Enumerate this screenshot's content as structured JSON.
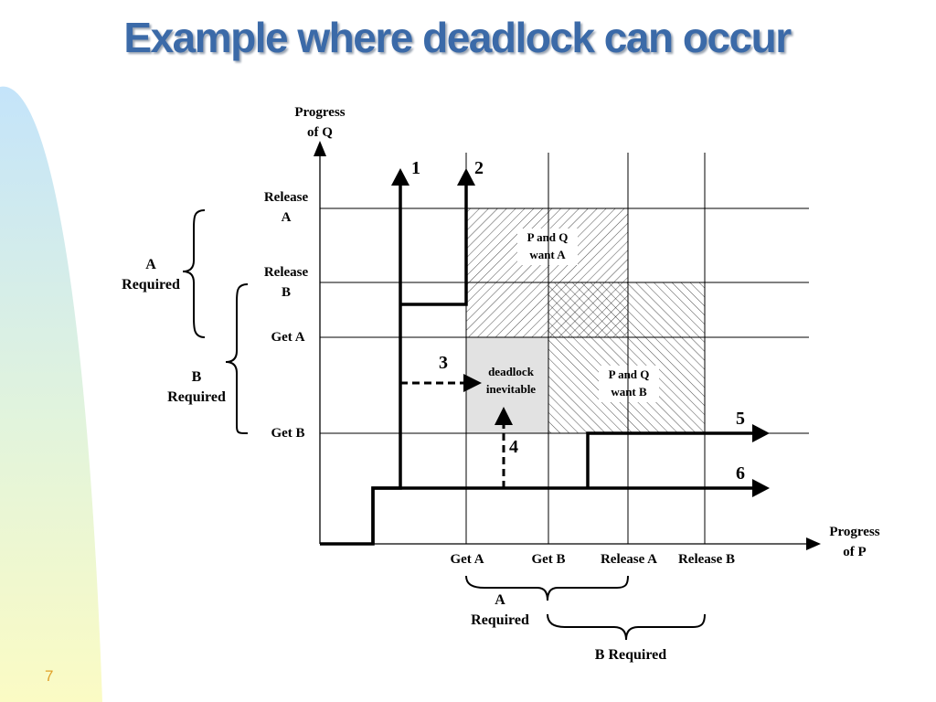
{
  "slide": {
    "title": "Example where deadlock can occur",
    "number": "7"
  },
  "diagram": {
    "axes": {
      "y_title_line1": "Progress",
      "y_title_line2": "of Q",
      "x_title_line1": "Progress",
      "x_title_line2": "of P"
    },
    "y_ticks": [
      {
        "line1": "Release",
        "line2": "A"
      },
      {
        "line1": "Release",
        "line2": "B"
      },
      {
        "line1": "Get A",
        "line2": ""
      },
      {
        "line1": "Get B",
        "line2": ""
      }
    ],
    "x_ticks": [
      "Get A",
      "Get B",
      "Release A",
      "Release B"
    ],
    "regions": {
      "pq_want_a": {
        "line1": "P and Q",
        "line2": "want A"
      },
      "pq_want_b": {
        "line1": "P and Q",
        "line2": "want B"
      },
      "deadlock": {
        "line1": "deadlock",
        "line2": "inevitable"
      }
    },
    "paths": [
      "1",
      "2",
      "3",
      "4",
      "5",
      "6"
    ],
    "brace_labels": {
      "left_a": {
        "line1": "A",
        "line2": "Required"
      },
      "left_b": {
        "line1": "B",
        "line2": "Required"
      },
      "bottom_a": {
        "line1": "A",
        "line2": "Required"
      },
      "bottom_b": "B Required"
    }
  },
  "colors": {
    "title": "#3b6aa8",
    "deadlock_fill": "#e2e2e2",
    "slide_number": "#e0a12a"
  }
}
